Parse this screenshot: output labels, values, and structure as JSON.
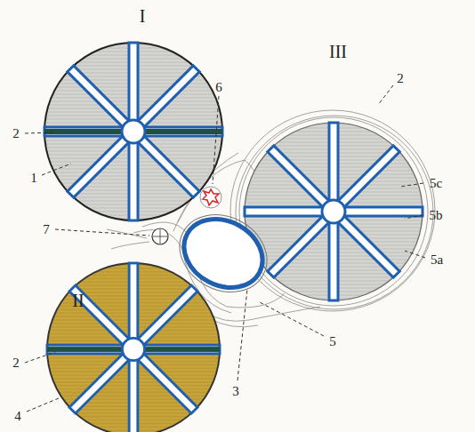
{
  "diagram": {
    "labels": [
      "I",
      "6",
      "III",
      "2",
      "2",
      "5c",
      "1",
      "5b",
      "7",
      "5a",
      "5",
      "2",
      "3",
      "4",
      "II"
    ]
  }
}
